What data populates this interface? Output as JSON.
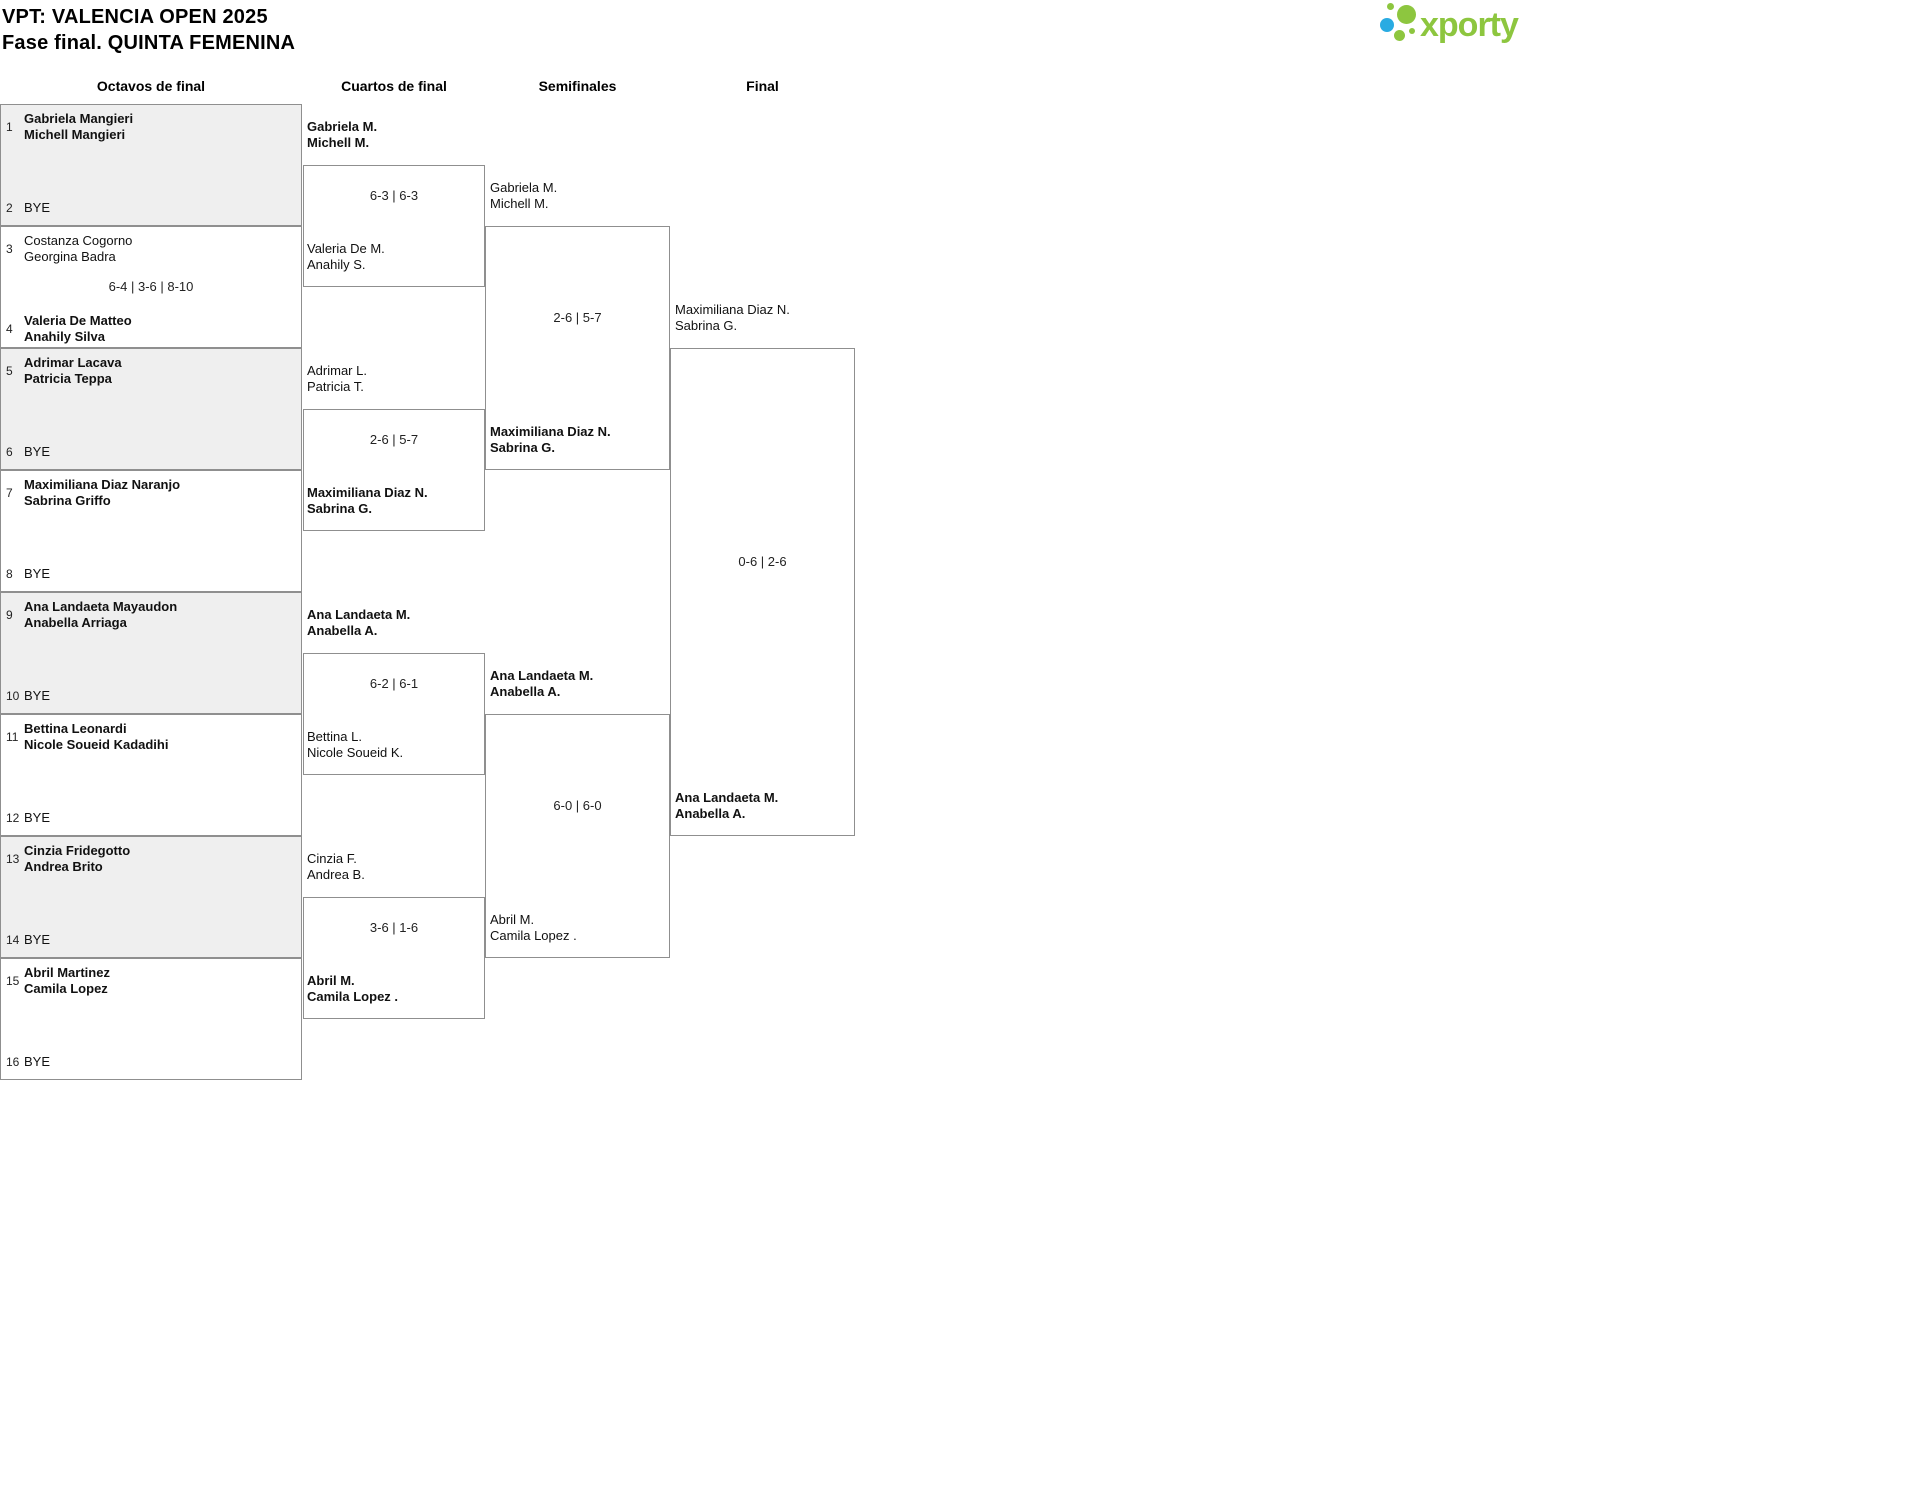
{
  "header": {
    "title": "VPT: VALENCIA OPEN 2025",
    "subtitle": "Fase final. QUINTA FEMENINA",
    "brand": "xporty"
  },
  "round_headers": {
    "r16": "Octavos de final",
    "qf": "Cuartos de final",
    "sf": "Semifinales",
    "f": "Final"
  },
  "colors": {
    "brand_green": "#8DC63F",
    "brand_blue": "#29ABE2",
    "box_gray": "#EFEFEF",
    "border_gray": "#8F8F8F"
  },
  "r16": {
    "m1": {
      "seed_top": "1",
      "top1": "Gabriela Mangieri",
      "top2": "Michell Mangieri",
      "seed_bot": "2",
      "bot1": "BYE",
      "score": ""
    },
    "m2": {
      "seed_top": "3",
      "top1": "Costanza Cogorno",
      "top2": "Georgina Badra",
      "seed_bot": "4",
      "bot1": "Valeria De Matteo",
      "bot2": "Anahily Silva",
      "score": "6-4 | 3-6 | 8-10"
    },
    "m3": {
      "seed_top": "5",
      "top1": "Adrimar Lacava",
      "top2": "Patricia Teppa",
      "seed_bot": "6",
      "bot1": "BYE",
      "score": ""
    },
    "m4": {
      "seed_top": "7",
      "top1": "Maximiliana Diaz Naranjo",
      "top2": "Sabrina Griffo",
      "seed_bot": "8",
      "bot1": "BYE",
      "score": ""
    },
    "m5": {
      "seed_top": "9",
      "top1": "Ana Landaeta Mayaudon",
      "top2": "Anabella Arriaga",
      "seed_bot": "10",
      "bot1": "BYE",
      "score": ""
    },
    "m6": {
      "seed_top": "11",
      "top1": "Bettina Leonardi",
      "top2": "Nicole Soueid Kadadihi",
      "seed_bot": "12",
      "bot1": "BYE",
      "score": ""
    },
    "m7": {
      "seed_top": "13",
      "top1": "Cinzia Fridegotto",
      "top2": "Andrea Brito",
      "seed_bot": "14",
      "bot1": "BYE",
      "score": ""
    },
    "m8": {
      "seed_top": "15",
      "top1": "Abril Martinez",
      "top2": "Camila Lopez",
      "seed_bot": "16",
      "bot1": "BYE",
      "score": ""
    }
  },
  "qf": {
    "m1": {
      "top1": "Gabriela M.",
      "top2": "Michell M.",
      "score": "6-3 | 6-3",
      "bot1": "Valeria De M.",
      "bot2": "Anahily S."
    },
    "m2": {
      "top1": "Adrimar L.",
      "top2": "Patricia T.",
      "score": "2-6 | 5-7",
      "bot1": "Maximiliana Diaz N.",
      "bot2": "Sabrina G."
    },
    "m3": {
      "top1": "Ana Landaeta M.",
      "top2": "Anabella A.",
      "score": "6-2 | 6-1",
      "bot1": "Bettina L.",
      "bot2": "Nicole Soueid K."
    },
    "m4": {
      "top1": "Cinzia F.",
      "top2": "Andrea B.",
      "score": "3-6 | 1-6",
      "bot1": "Abril M.",
      "bot2": "Camila Lopez ."
    }
  },
  "sf": {
    "m1": {
      "top1": "Gabriela M.",
      "top2": "Michell M.",
      "score": "2-6 | 5-7",
      "bot1": "Maximiliana Diaz N.",
      "bot2": "Sabrina G."
    },
    "m2": {
      "top1": "Ana Landaeta M.",
      "top2": "Anabella A.",
      "score": "6-0 | 6-0",
      "bot1": "Abril M.",
      "bot2": "Camila Lopez ."
    }
  },
  "f": {
    "m1": {
      "top1": "Maximiliana Diaz N.",
      "top2": "Sabrina G.",
      "score": "0-6 | 2-6",
      "bot1": "Ana Landaeta M.",
      "bot2": "Anabella A."
    }
  }
}
